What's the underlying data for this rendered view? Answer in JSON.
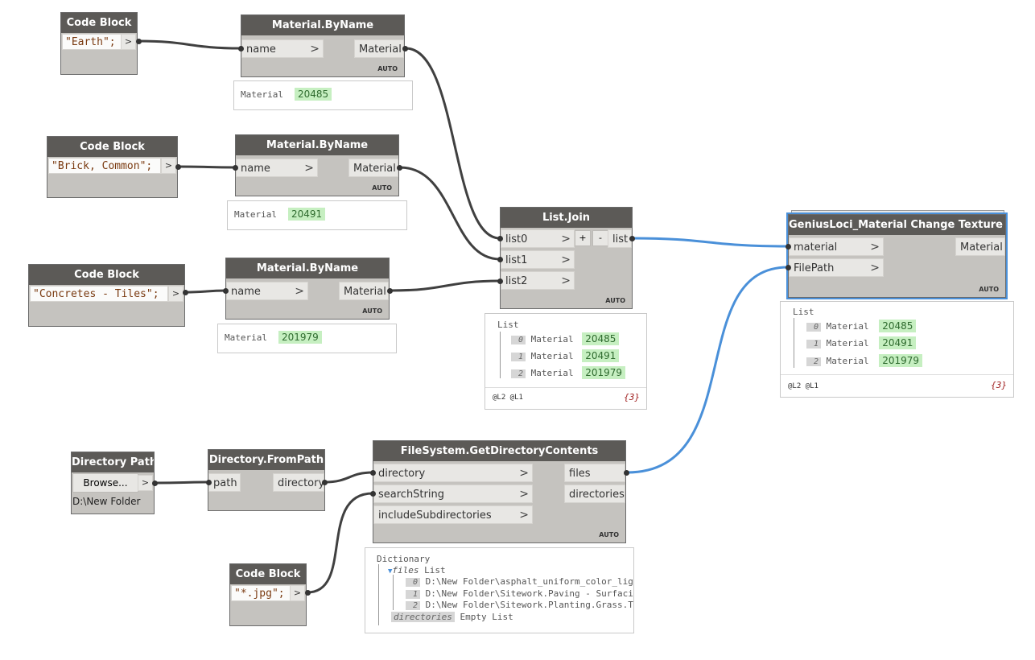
{
  "colors": {
    "wire_dark": "#404040",
    "wire_selected": "#4a90d9",
    "node_title": "#5c5a57",
    "node_body": "#c5c3bf",
    "value_bg": "#c6efc1"
  },
  "cb1": {
    "title": "Code Block",
    "code": "\"Earth\";",
    "out": ">"
  },
  "cb2": {
    "title": "Code Block",
    "code": "\"Brick, Common\";",
    "out": ">"
  },
  "cb3": {
    "title": "Code Block",
    "code": "\"Concretes - Tiles\";",
    "out": ">"
  },
  "cb4": {
    "title": "Code Block",
    "code": "\"*.jpg\";",
    "out": ">"
  },
  "mat1": {
    "title": "Material.ByName",
    "in": "name",
    "out": "Material",
    "lacing": "AUTO",
    "chev": ">",
    "preview_label": "Material",
    "preview_value": "20485"
  },
  "mat2": {
    "title": "Material.ByName",
    "in": "name",
    "out": "Material",
    "lacing": "AUTO",
    "chev": ">",
    "preview_label": "Material",
    "preview_value": "20491"
  },
  "mat3": {
    "title": "Material.ByName",
    "in": "name",
    "out": "Material",
    "lacing": "AUTO",
    "chev": ">",
    "preview_label": "Material",
    "preview_value": "201979"
  },
  "join": {
    "title": "List.Join",
    "inputs": [
      "list0",
      "list1",
      "list2"
    ],
    "add": "+",
    "remove": "-",
    "out": "list",
    "lacing": "AUTO",
    "chev": ">",
    "preview": {
      "head": "List",
      "items": [
        {
          "i": "0",
          "label": "Material",
          "value": "20485"
        },
        {
          "i": "1",
          "label": "Material",
          "value": "20491"
        },
        {
          "i": "2",
          "label": "Material",
          "value": "201979"
        }
      ],
      "levels": "@L2 @L1",
      "count": "{3}"
    }
  },
  "genius": {
    "title": "GeniusLoci_Material Change Texture Path",
    "inputs": [
      "material",
      "FilePath"
    ],
    "out": "Material",
    "lacing": "AUTO",
    "chev": ">",
    "preview": {
      "head": "List",
      "items": [
        {
          "i": "0",
          "label": "Material",
          "value": "20485"
        },
        {
          "i": "1",
          "label": "Material",
          "value": "20491"
        },
        {
          "i": "2",
          "label": "Material",
          "value": "201979"
        }
      ],
      "levels": "@L2 @L1",
      "count": "{3}"
    }
  },
  "dirpath": {
    "title": "Directory Path",
    "button": "Browse...",
    "out": ">",
    "path": "D:\\New Folder"
  },
  "dirfrom": {
    "title": "Directory.FromPath",
    "in": "path",
    "out": "directory"
  },
  "fsget": {
    "title": "FileSystem.GetDirectoryContents",
    "inputs": [
      "directory",
      "searchString",
      "includeSubdirectories"
    ],
    "outputs": [
      "files",
      "directories"
    ],
    "lacing": "AUTO",
    "chev": ">",
    "preview": {
      "head": "Dictionary",
      "files_key": "files",
      "files_type": "List",
      "files": [
        {
          "i": "0",
          "path": "D:\\New Folder\\asphalt_uniform_color_ligh"
        },
        {
          "i": "1",
          "path": "D:\\New Folder\\Sitework.Paving - Surfacin"
        },
        {
          "i": "2",
          "path": "D:\\New Folder\\Sitework.Planting.Grass.Th"
        }
      ],
      "dirs_key": "directories",
      "dirs_value": "Empty List"
    }
  }
}
